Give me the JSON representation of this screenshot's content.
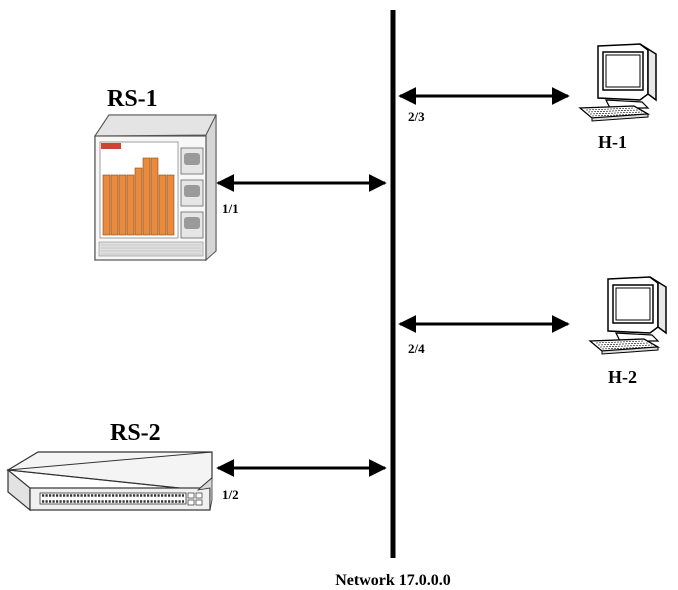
{
  "diagram": {
    "network_label": "Network 17.0.0.0",
    "nodes": [
      {
        "id": "rs1",
        "label": "RS-1",
        "type": "chassis-switch"
      },
      {
        "id": "rs2",
        "label": "RS-2",
        "type": "stackable-switch"
      },
      {
        "id": "h1",
        "label": "H-1",
        "type": "workstation"
      },
      {
        "id": "h2",
        "label": "H-2",
        "type": "workstation"
      }
    ],
    "ports": {
      "rs1": "1/1",
      "rs2": "1/2",
      "h1": "2/3",
      "h2": "2/4"
    },
    "colors": {
      "chassis_modules": "#e98a3c",
      "chassis_body": "#f2f2f2",
      "lines": "#000000"
    }
  }
}
